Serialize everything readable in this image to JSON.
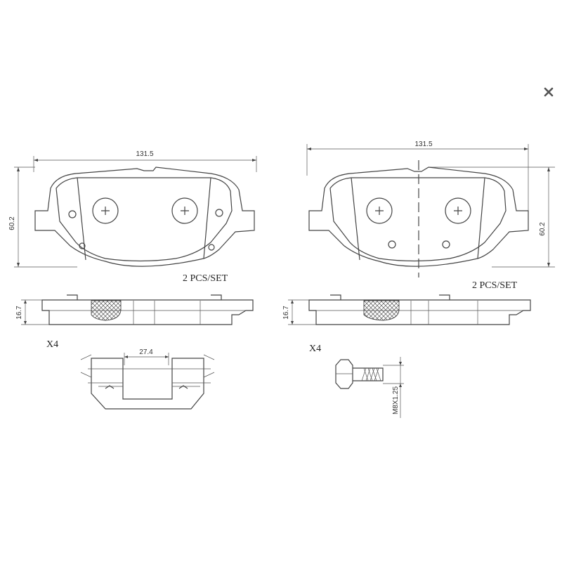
{
  "dims": {
    "pad_width": "131.5",
    "pad_height": "60.2",
    "pad_thickness": "16.7",
    "clip_width": "27.4",
    "bolt_thread": "M8X1.25"
  },
  "labels": {
    "set_left": "2 PCS/SET",
    "set_right": "2 PCS/SET",
    "qty_clip": "X4",
    "qty_bolt": "X4"
  },
  "icons": {
    "close": "close-icon"
  },
  "colors": {
    "line": "#444444",
    "background": "#ffffff"
  }
}
